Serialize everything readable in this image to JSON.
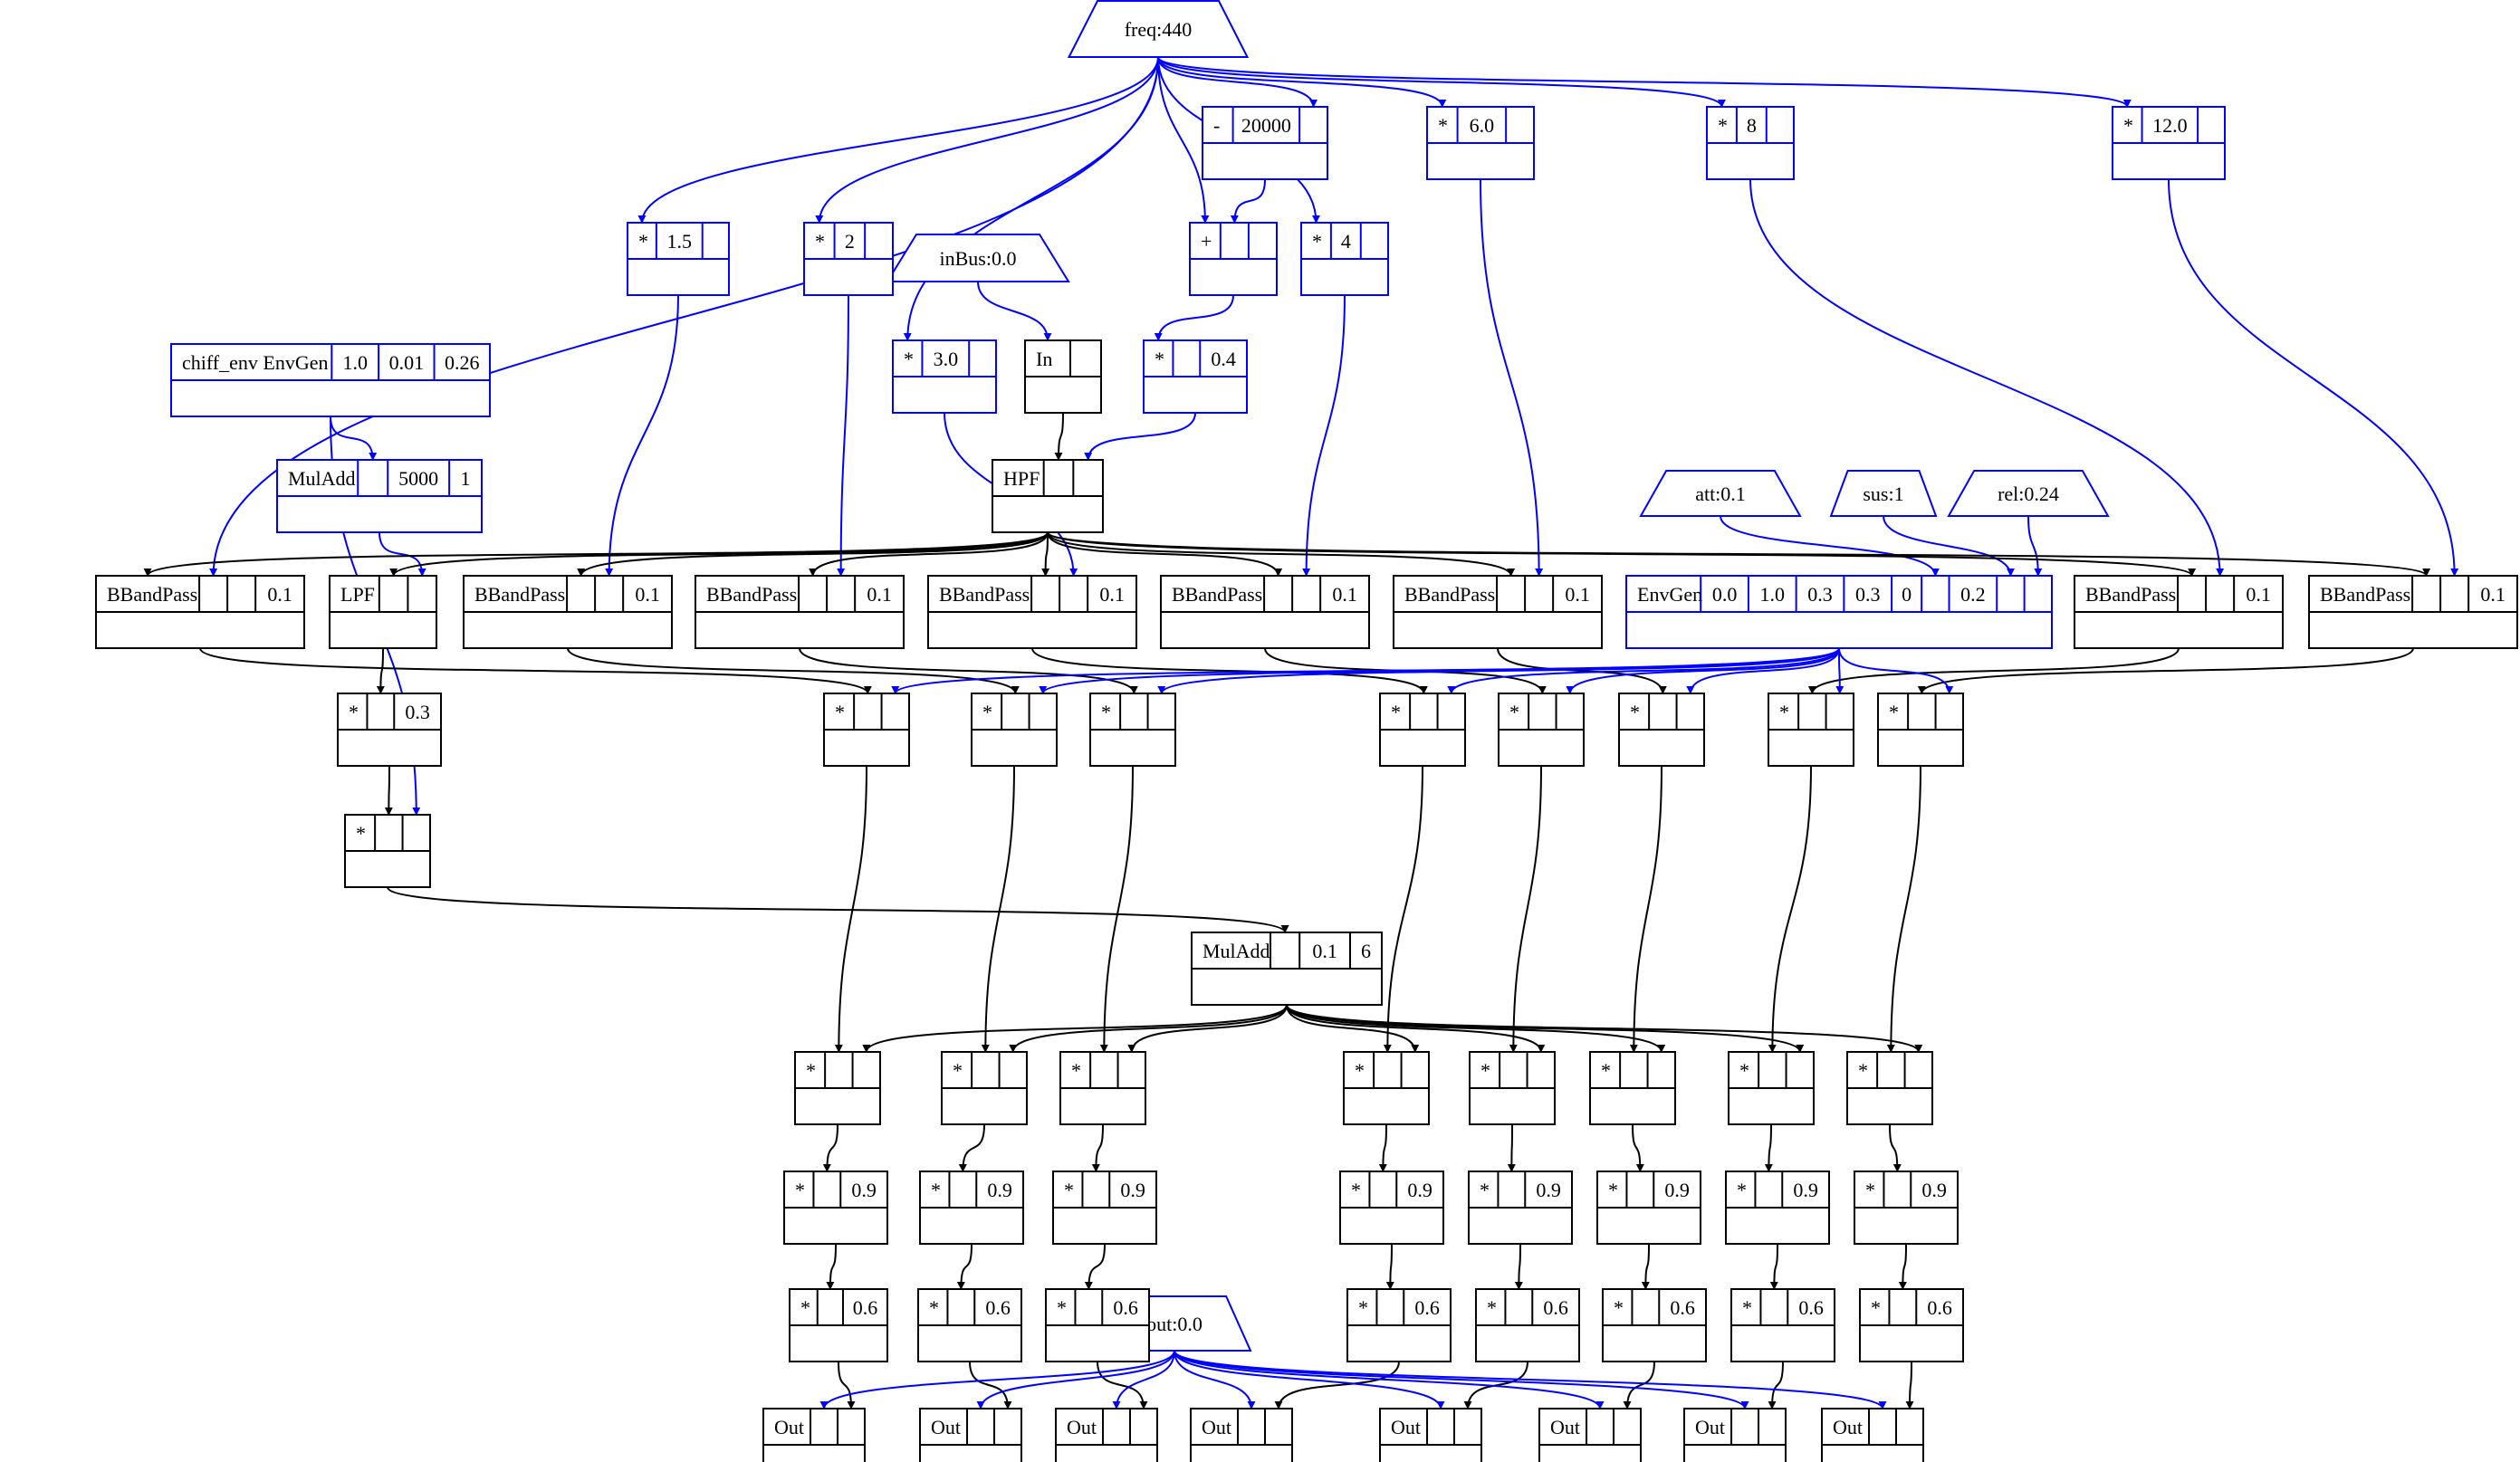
{
  "colors": {
    "control": "#0000ff",
    "audio": "#000000",
    "background": "#ffffff"
  },
  "inputs": [
    {
      "id": "freq",
      "label": "freq:440"
    },
    {
      "id": "inbus",
      "label": "inBus:0.0"
    },
    {
      "id": "att",
      "label": "att:0.1"
    },
    {
      "id": "sus",
      "label": "sus:1"
    },
    {
      "id": "rel",
      "label": "rel:0.24"
    },
    {
      "id": "out",
      "label": "out:0.0"
    }
  ],
  "nodes": [
    {
      "id": "m15",
      "cells": [
        "*",
        "1.5",
        ""
      ],
      "rate": "control"
    },
    {
      "id": "m2",
      "cells": [
        "*",
        "2",
        ""
      ],
      "rate": "control"
    },
    {
      "id": "sub",
      "cells": [
        "-",
        "20000",
        ""
      ],
      "rate": "control"
    },
    {
      "id": "m6",
      "cells": [
        "*",
        "6.0",
        ""
      ],
      "rate": "control"
    },
    {
      "id": "m8",
      "cells": [
        "*",
        "8",
        ""
      ],
      "rate": "control"
    },
    {
      "id": "m12",
      "cells": [
        "*",
        "12.0",
        ""
      ],
      "rate": "control"
    },
    {
      "id": "add",
      "cells": [
        "+",
        "",
        ""
      ],
      "rate": "control"
    },
    {
      "id": "m4",
      "cells": [
        "*",
        "4",
        ""
      ],
      "rate": "control"
    },
    {
      "id": "chiff",
      "cells": [
        "chiff_env EnvGen",
        "1.0",
        "0.01",
        "0.26"
      ],
      "rate": "control"
    },
    {
      "id": "m3",
      "cells": [
        "*",
        "3.0",
        ""
      ],
      "rate": "control"
    },
    {
      "id": "in",
      "cells": [
        "In",
        ""
      ],
      "rate": "audio"
    },
    {
      "id": "m04",
      "cells": [
        "*",
        "",
        "0.4"
      ],
      "rate": "control"
    },
    {
      "id": "hpf",
      "cells": [
        "HPF",
        "",
        ""
      ],
      "rate": "audio"
    },
    {
      "id": "muladd1",
      "cells": [
        "MulAdd",
        "",
        "5000",
        "1"
      ],
      "rate": "control"
    },
    {
      "id": "bp1",
      "cells": [
        "BBandPass",
        "",
        "",
        "0.1"
      ],
      "rate": "audio"
    },
    {
      "id": "lpf",
      "cells": [
        "LPF",
        "",
        ""
      ],
      "rate": "audio"
    },
    {
      "id": "bp2",
      "cells": [
        "BBandPass",
        "",
        "",
        "0.1"
      ],
      "rate": "audio"
    },
    {
      "id": "bp3",
      "cells": [
        "BBandPass",
        "",
        "",
        "0.1"
      ],
      "rate": "audio"
    },
    {
      "id": "bp4",
      "cells": [
        "BBandPass",
        "",
        "",
        "0.1"
      ],
      "rate": "audio"
    },
    {
      "id": "bp5",
      "cells": [
        "BBandPass",
        "",
        "",
        "0.1"
      ],
      "rate": "audio"
    },
    {
      "id": "bp6",
      "cells": [
        "BBandPass",
        "",
        "",
        "0.1"
      ],
      "rate": "audio"
    },
    {
      "id": "envgen",
      "cells": [
        "EnvGen",
        "0.0",
        "1.0",
        "0.3",
        "0.3",
        "0",
        "",
        "0.2",
        "",
        ""
      ],
      "rate": "control"
    },
    {
      "id": "bp7",
      "cells": [
        "BBandPass",
        "",
        "",
        "0.1"
      ],
      "rate": "audio"
    },
    {
      "id": "bp8",
      "cells": [
        "BBandPass",
        "",
        "",
        "0.1"
      ],
      "rate": "audio"
    },
    {
      "id": "m03",
      "cells": [
        "*",
        "",
        "0.3"
      ],
      "rate": "audio"
    },
    {
      "id": "r4a",
      "cells": [
        "*",
        "",
        ""
      ],
      "rate": "audio"
    },
    {
      "id": "r4b",
      "cells": [
        "*",
        "",
        ""
      ],
      "rate": "audio"
    },
    {
      "id": "r4c",
      "cells": [
        "*",
        "",
        ""
      ],
      "rate": "audio"
    },
    {
      "id": "r4d",
      "cells": [
        "*",
        "",
        ""
      ],
      "rate": "audio"
    },
    {
      "id": "r4e",
      "cells": [
        "*",
        "",
        ""
      ],
      "rate": "audio"
    },
    {
      "id": "r4f",
      "cells": [
        "*",
        "",
        ""
      ],
      "rate": "audio"
    },
    {
      "id": "r4g",
      "cells": [
        "*",
        "",
        ""
      ],
      "rate": "audio"
    },
    {
      "id": "r4h",
      "cells": [
        "*",
        "",
        ""
      ],
      "rate": "audio"
    },
    {
      "id": "mstar",
      "cells": [
        "*",
        "",
        ""
      ],
      "rate": "audio"
    },
    {
      "id": "muladd2",
      "cells": [
        "MulAdd",
        "",
        "0.1",
        "6"
      ],
      "rate": "audio"
    },
    {
      "id": "r6a",
      "cells": [
        "*",
        "",
        ""
      ],
      "rate": "audio"
    },
    {
      "id": "r6b",
      "cells": [
        "*",
        "",
        ""
      ],
      "rate": "audio"
    },
    {
      "id": "r6c",
      "cells": [
        "*",
        "",
        ""
      ],
      "rate": "audio"
    },
    {
      "id": "r6d",
      "cells": [
        "*",
        "",
        ""
      ],
      "rate": "audio"
    },
    {
      "id": "r6e",
      "cells": [
        "*",
        "",
        ""
      ],
      "rate": "audio"
    },
    {
      "id": "r6f",
      "cells": [
        "*",
        "",
        ""
      ],
      "rate": "audio"
    },
    {
      "id": "r6g",
      "cells": [
        "*",
        "",
        ""
      ],
      "rate": "audio"
    },
    {
      "id": "r6h",
      "cells": [
        "*",
        "",
        ""
      ],
      "rate": "audio"
    },
    {
      "id": "r7a",
      "cells": [
        "*",
        "",
        "0.9"
      ],
      "rate": "audio"
    },
    {
      "id": "r7b",
      "cells": [
        "*",
        "",
        "0.9"
      ],
      "rate": "audio"
    },
    {
      "id": "r7c",
      "cells": [
        "*",
        "",
        "0.9"
      ],
      "rate": "audio"
    },
    {
      "id": "r7d",
      "cells": [
        "*",
        "",
        "0.9"
      ],
      "rate": "audio"
    },
    {
      "id": "r7e",
      "cells": [
        "*",
        "",
        "0.9"
      ],
      "rate": "audio"
    },
    {
      "id": "r7f",
      "cells": [
        "*",
        "",
        "0.9"
      ],
      "rate": "audio"
    },
    {
      "id": "r7g",
      "cells": [
        "*",
        "",
        "0.9"
      ],
      "rate": "audio"
    },
    {
      "id": "r7h",
      "cells": [
        "*",
        "",
        "0.9"
      ],
      "rate": "audio"
    },
    {
      "id": "r8a",
      "cells": [
        "*",
        "",
        "0.6"
      ],
      "rate": "audio"
    },
    {
      "id": "r8b",
      "cells": [
        "*",
        "",
        "0.6"
      ],
      "rate": "audio"
    },
    {
      "id": "r8c",
      "cells": [
        "*",
        "",
        "0.6"
      ],
      "rate": "audio"
    },
    {
      "id": "r8d",
      "cells": [
        "*",
        "",
        "0.6"
      ],
      "rate": "audio"
    },
    {
      "id": "r8e",
      "cells": [
        "*",
        "",
        "0.6"
      ],
      "rate": "audio"
    },
    {
      "id": "r8f",
      "cells": [
        "*",
        "",
        "0.6"
      ],
      "rate": "audio"
    },
    {
      "id": "r8g",
      "cells": [
        "*",
        "",
        "0.6"
      ],
      "rate": "audio"
    },
    {
      "id": "r8h",
      "cells": [
        "*",
        "",
        "0.6"
      ],
      "rate": "audio"
    },
    {
      "id": "outa",
      "cells": [
        "Out",
        "",
        ""
      ],
      "rate": "audio"
    },
    {
      "id": "outb",
      "cells": [
        "Out",
        "",
        ""
      ],
      "rate": "audio"
    },
    {
      "id": "outc",
      "cells": [
        "Out",
        "",
        ""
      ],
      "rate": "audio"
    },
    {
      "id": "outd",
      "cells": [
        "Out",
        "",
        ""
      ],
      "rate": "audio"
    },
    {
      "id": "oute",
      "cells": [
        "Out",
        "",
        ""
      ],
      "rate": "audio"
    },
    {
      "id": "outf",
      "cells": [
        "Out",
        "",
        ""
      ],
      "rate": "audio"
    },
    {
      "id": "outg",
      "cells": [
        "Out",
        "",
        ""
      ],
      "rate": "audio"
    },
    {
      "id": "outh",
      "cells": [
        "Out",
        "",
        ""
      ],
      "rate": "audio"
    }
  ],
  "edges": [
    {
      "from": "freq",
      "to": "bp1",
      "port": 1,
      "rate": "control"
    },
    {
      "from": "freq",
      "to": "m15",
      "port": 0,
      "rate": "control"
    },
    {
      "from": "freq",
      "to": "m2",
      "port": 0,
      "rate": "control"
    },
    {
      "from": "freq",
      "to": "m3",
      "port": 0,
      "rate": "control"
    },
    {
      "from": "freq",
      "to": "add",
      "port": 0,
      "rate": "control"
    },
    {
      "from": "freq",
      "to": "sub",
      "port": 2,
      "rate": "control"
    },
    {
      "from": "freq",
      "to": "m4",
      "port": 0,
      "rate": "control"
    },
    {
      "from": "freq",
      "to": "m6",
      "port": 0,
      "rate": "control"
    },
    {
      "from": "freq",
      "to": "m8",
      "port": 0,
      "rate": "control"
    },
    {
      "from": "freq",
      "to": "m12",
      "port": 0,
      "rate": "control"
    },
    {
      "from": "sub",
      "to": "add",
      "port": 1,
      "rate": "control"
    },
    {
      "from": "add",
      "to": "m04",
      "port": 0,
      "rate": "control"
    },
    {
      "from": "inbus",
      "to": "in",
      "port": 0,
      "rate": "control"
    },
    {
      "from": "in",
      "to": "hpf",
      "port": 1,
      "rate": "audio"
    },
    {
      "from": "m04",
      "to": "hpf",
      "port": 2,
      "rate": "control"
    },
    {
      "from": "chiff",
      "to": "muladd1",
      "port": 1,
      "rate": "control"
    },
    {
      "from": "chiff",
      "to": "mstar",
      "port": 2,
      "rate": "control"
    },
    {
      "from": "muladd1",
      "to": "lpf",
      "port": 2,
      "rate": "control"
    },
    {
      "from": "m15",
      "to": "bp2",
      "port": 2,
      "rate": "control"
    },
    {
      "from": "m2",
      "to": "bp3",
      "port": 2,
      "rate": "control"
    },
    {
      "from": "m3",
      "to": "bp4",
      "port": 2,
      "rate": "control"
    },
    {
      "from": "m4",
      "to": "bp5",
      "port": 2,
      "rate": "control"
    },
    {
      "from": "m6",
      "to": "bp6",
      "port": 2,
      "rate": "control"
    },
    {
      "from": "m8",
      "to": "bp7",
      "port": 2,
      "rate": "control"
    },
    {
      "from": "m12",
      "to": "bp8",
      "port": 2,
      "rate": "control"
    },
    {
      "from": "att",
      "to": "envgen",
      "port": 6,
      "rate": "control"
    },
    {
      "from": "sus",
      "to": "envgen",
      "port": 8,
      "rate": "control"
    },
    {
      "from": "rel",
      "to": "envgen",
      "port": 9,
      "rate": "control"
    },
    {
      "from": "hpf",
      "to": "bp1",
      "port": 0,
      "rate": "audio"
    },
    {
      "from": "hpf",
      "to": "lpf",
      "port": 1,
      "rate": "audio"
    },
    {
      "from": "hpf",
      "to": "bp2",
      "port": 1,
      "rate": "audio"
    },
    {
      "from": "hpf",
      "to": "bp3",
      "port": 1,
      "rate": "audio"
    },
    {
      "from": "hpf",
      "to": "bp4",
      "port": 1,
      "rate": "audio"
    },
    {
      "from": "hpf",
      "to": "bp5",
      "port": 1,
      "rate": "audio"
    },
    {
      "from": "hpf",
      "to": "bp6",
      "port": 1,
      "rate": "audio"
    },
    {
      "from": "hpf",
      "to": "bp7",
      "port": 1,
      "rate": "audio"
    },
    {
      "from": "hpf",
      "to": "bp8",
      "port": 1,
      "rate": "audio"
    },
    {
      "from": "lpf",
      "to": "m03",
      "port": 1,
      "rate": "audio"
    },
    {
      "from": "m03",
      "to": "mstar",
      "port": 1,
      "rate": "audio"
    },
    {
      "from": "mstar",
      "to": "muladd2",
      "port": 1,
      "rate": "audio"
    },
    {
      "from": "bp1",
      "to": "r4a",
      "port": 1,
      "rate": "audio"
    },
    {
      "from": "bp2",
      "to": "r4b",
      "port": 1,
      "rate": "audio"
    },
    {
      "from": "bp3",
      "to": "r4c",
      "port": 1,
      "rate": "audio"
    },
    {
      "from": "bp4",
      "to": "r4d",
      "port": 1,
      "rate": "audio"
    },
    {
      "from": "bp5",
      "to": "r4e",
      "port": 1,
      "rate": "audio"
    },
    {
      "from": "bp6",
      "to": "r4f",
      "port": 1,
      "rate": "audio"
    },
    {
      "from": "bp7",
      "to": "r4g",
      "port": 1,
      "rate": "audio"
    },
    {
      "from": "bp8",
      "to": "r4h",
      "port": 1,
      "rate": "audio"
    },
    {
      "from": "envgen",
      "to": "r4a",
      "port": 2,
      "rate": "control"
    },
    {
      "from": "envgen",
      "to": "r4b",
      "port": 2,
      "rate": "control"
    },
    {
      "from": "envgen",
      "to": "r4c",
      "port": 2,
      "rate": "control"
    },
    {
      "from": "envgen",
      "to": "r4d",
      "port": 2,
      "rate": "control"
    },
    {
      "from": "envgen",
      "to": "r4e",
      "port": 2,
      "rate": "control"
    },
    {
      "from": "envgen",
      "to": "r4f",
      "port": 2,
      "rate": "control"
    },
    {
      "from": "envgen",
      "to": "r4g",
      "port": 2,
      "rate": "control"
    },
    {
      "from": "envgen",
      "to": "r4h",
      "port": 2,
      "rate": "control"
    },
    {
      "from": "r4a",
      "to": "r6a",
      "port": 1,
      "rate": "audio"
    },
    {
      "from": "r4b",
      "to": "r6b",
      "port": 1,
      "rate": "audio"
    },
    {
      "from": "r4c",
      "to": "r6c",
      "port": 1,
      "rate": "audio"
    },
    {
      "from": "r4d",
      "to": "r6d",
      "port": 1,
      "rate": "audio"
    },
    {
      "from": "r4e",
      "to": "r6e",
      "port": 1,
      "rate": "audio"
    },
    {
      "from": "r4f",
      "to": "r6f",
      "port": 1,
      "rate": "audio"
    },
    {
      "from": "r4g",
      "to": "r6g",
      "port": 1,
      "rate": "audio"
    },
    {
      "from": "r4h",
      "to": "r6h",
      "port": 1,
      "rate": "audio"
    },
    {
      "from": "muladd2",
      "to": "r6a",
      "port": 2,
      "rate": "audio"
    },
    {
      "from": "muladd2",
      "to": "r6b",
      "port": 2,
      "rate": "audio"
    },
    {
      "from": "muladd2",
      "to": "r6c",
      "port": 2,
      "rate": "audio"
    },
    {
      "from": "muladd2",
      "to": "r6d",
      "port": 2,
      "rate": "audio"
    },
    {
      "from": "muladd2",
      "to": "r6e",
      "port": 2,
      "rate": "audio"
    },
    {
      "from": "muladd2",
      "to": "r6f",
      "port": 2,
      "rate": "audio"
    },
    {
      "from": "muladd2",
      "to": "r6g",
      "port": 2,
      "rate": "audio"
    },
    {
      "from": "muladd2",
      "to": "r6h",
      "port": 2,
      "rate": "audio"
    },
    {
      "from": "r6a",
      "to": "r7a",
      "port": 1,
      "rate": "audio"
    },
    {
      "from": "r6b",
      "to": "r7b",
      "port": 1,
      "rate": "audio"
    },
    {
      "from": "r6c",
      "to": "r7c",
      "port": 1,
      "rate": "audio"
    },
    {
      "from": "r6d",
      "to": "r7d",
      "port": 1,
      "rate": "audio"
    },
    {
      "from": "r6e",
      "to": "r7e",
      "port": 1,
      "rate": "audio"
    },
    {
      "from": "r6f",
      "to": "r7f",
      "port": 1,
      "rate": "audio"
    },
    {
      "from": "r6g",
      "to": "r7g",
      "port": 1,
      "rate": "audio"
    },
    {
      "from": "r6h",
      "to": "r7h",
      "port": 1,
      "rate": "audio"
    },
    {
      "from": "r7a",
      "to": "r8a",
      "port": 1,
      "rate": "audio"
    },
    {
      "from": "r7b",
      "to": "r8b",
      "port": 1,
      "rate": "audio"
    },
    {
      "from": "r7c",
      "to": "r8c",
      "port": 1,
      "rate": "audio"
    },
    {
      "from": "r7d",
      "to": "r8d",
      "port": 1,
      "rate": "audio"
    },
    {
      "from": "r7e",
      "to": "r8e",
      "port": 1,
      "rate": "audio"
    },
    {
      "from": "r7f",
      "to": "r8f",
      "port": 1,
      "rate": "audio"
    },
    {
      "from": "r7g",
      "to": "r8g",
      "port": 1,
      "rate": "audio"
    },
    {
      "from": "r7h",
      "to": "r8h",
      "port": 1,
      "rate": "audio"
    },
    {
      "from": "r8a",
      "to": "outa",
      "port": 2,
      "rate": "audio"
    },
    {
      "from": "r8b",
      "to": "outb",
      "port": 2,
      "rate": "audio"
    },
    {
      "from": "r8c",
      "to": "outc",
      "port": 2,
      "rate": "audio"
    },
    {
      "from": "r8d",
      "to": "outd",
      "port": 2,
      "rate": "audio"
    },
    {
      "from": "r8e",
      "to": "oute",
      "port": 2,
      "rate": "audio"
    },
    {
      "from": "r8f",
      "to": "outf",
      "port": 2,
      "rate": "audio"
    },
    {
      "from": "r8g",
      "to": "outg",
      "port": 2,
      "rate": "audio"
    },
    {
      "from": "r8h",
      "to": "outh",
      "port": 2,
      "rate": "audio"
    },
    {
      "from": "out",
      "to": "outa",
      "port": 1,
      "rate": "control"
    },
    {
      "from": "out",
      "to": "outb",
      "port": 1,
      "rate": "control"
    },
    {
      "from": "out",
      "to": "outc",
      "port": 1,
      "rate": "control"
    },
    {
      "from": "out",
      "to": "outd",
      "port": 1,
      "rate": "control"
    },
    {
      "from": "out",
      "to": "oute",
      "port": 1,
      "rate": "control"
    },
    {
      "from": "out",
      "to": "outf",
      "port": 1,
      "rate": "control"
    },
    {
      "from": "out",
      "to": "outg",
      "port": 1,
      "rate": "control"
    },
    {
      "from": "out",
      "to": "outh",
      "port": 1,
      "rate": "control"
    }
  ]
}
